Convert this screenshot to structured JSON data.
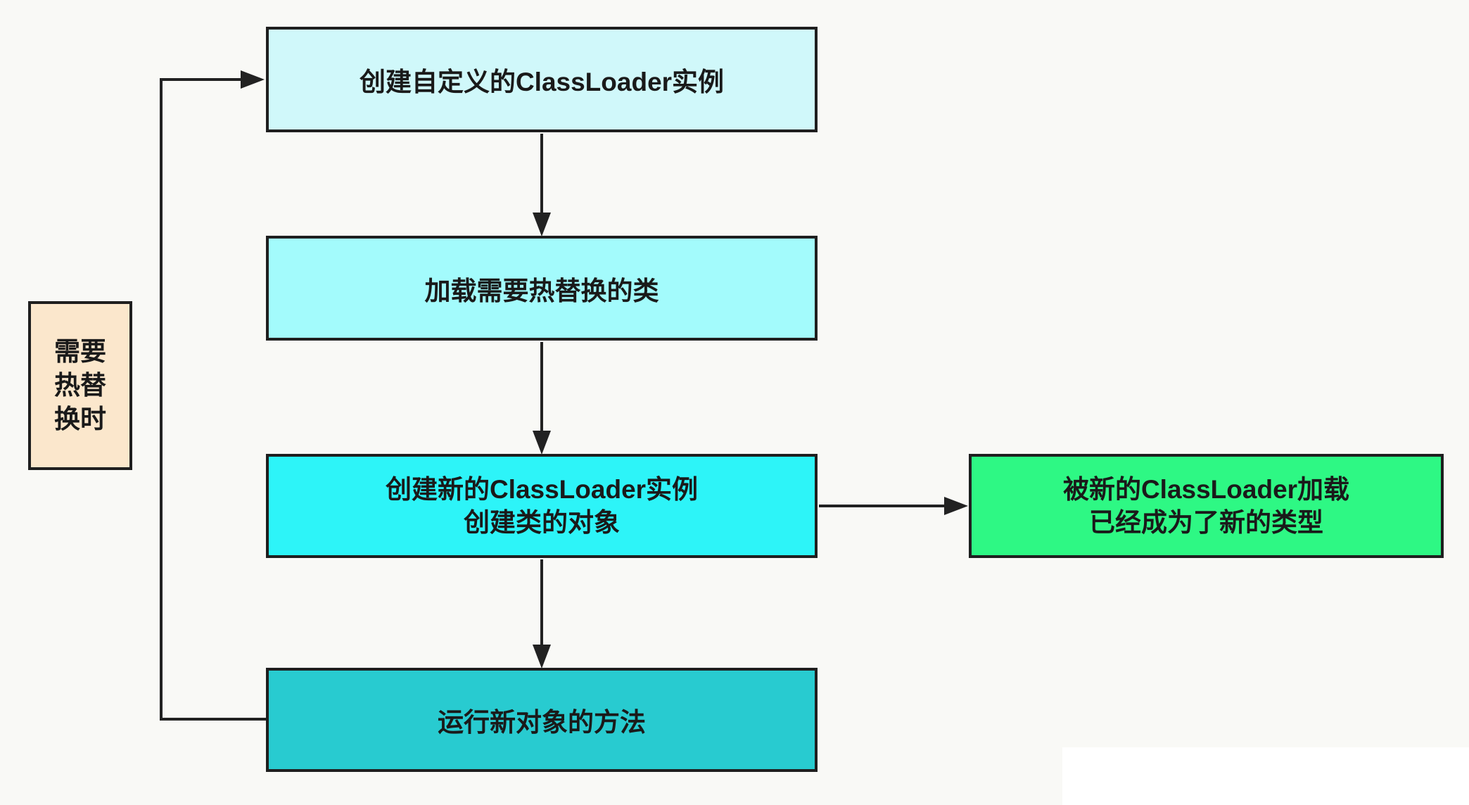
{
  "canvas": {
    "background": "#f9f9f6",
    "corner_patch_color": "#ffffff",
    "border_color": "#1f1f1f",
    "arrow_color": "#222222"
  },
  "nodes": {
    "create_custom": {
      "label": "创建自定义的ClassLoader实例",
      "fill": "#d0f8fa"
    },
    "load_classes": {
      "label": "加载需要热替换的类",
      "fill": "#a3fbfc"
    },
    "create_new": {
      "lines": [
        "创建新的ClassLoader实例",
        "创建类的对象"
      ],
      "fill": "#2df4f8"
    },
    "loaded_by_new": {
      "lines": [
        "被新的ClassLoader加载",
        "已经成为了新的类型"
      ],
      "fill": "#2ef884"
    },
    "run_methods": {
      "label": "运行新对象的方法",
      "fill": "#28cbd0"
    },
    "when_hot_swap": {
      "lines": [
        "需要",
        "热替",
        "换时"
      ],
      "fill": "#fbe7cc"
    }
  }
}
